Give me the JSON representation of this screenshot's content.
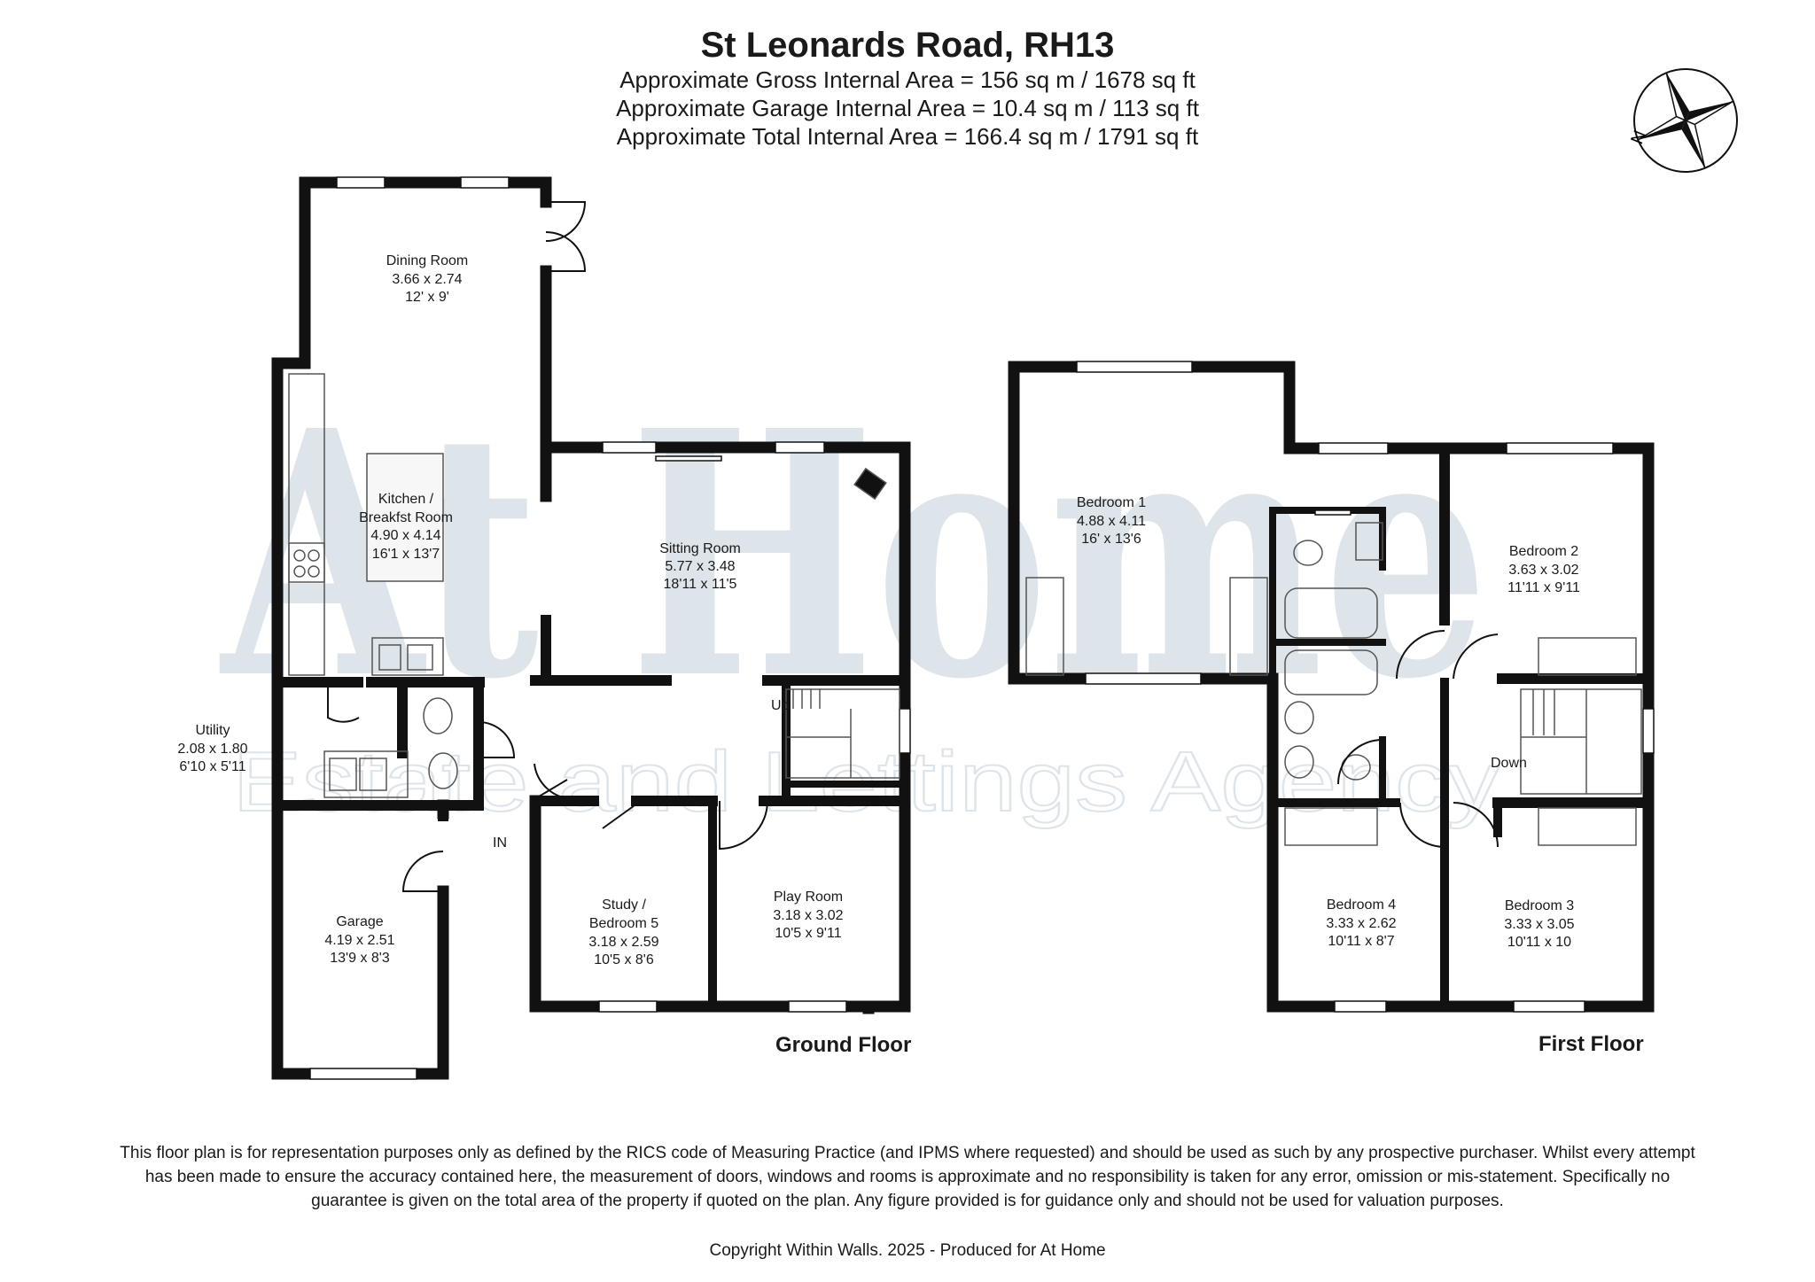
{
  "header": {
    "title": "St Leonards Road, RH13",
    "areas": [
      "Approximate Gross Internal Area = 156 sq m / 1678 sq ft",
      "Approximate Garage Internal Area = 10.4 sq m / 113 sq ft",
      "Approximate Total Internal Area = 166.4 sq m / 1791 sq ft"
    ]
  },
  "compass": {
    "label": "N"
  },
  "watermark": {
    "brand": "At Home",
    "tagline": "Estate and Lettings Agency"
  },
  "ground_floor": {
    "label": "Ground Floor",
    "entrance": "IN",
    "stair_label": "Up",
    "rooms": [
      {
        "name": "Dining Room",
        "metric": "3.66 x 2.74",
        "imperial": "12' x 9'"
      },
      {
        "name": "Kitchen /",
        "name2": "Breakfst Room",
        "metric": "4.90 x 4.14",
        "imperial": "16'1 x 13'7"
      },
      {
        "name": "Sitting Room",
        "metric": "5.77 x 3.48",
        "imperial": "18'11 x 11'5"
      },
      {
        "name": "Utility",
        "metric": "2.08 x 1.80",
        "imperial": "6'10 x 5'11"
      },
      {
        "name": "Garage",
        "metric": "4.19 x 2.51",
        "imperial": "13'9 x 8'3"
      },
      {
        "name": "Study /",
        "name2": "Bedroom 5",
        "metric": "3.18 x 2.59",
        "imperial": "10'5 x 8'6"
      },
      {
        "name": "Play Room",
        "metric": "3.18 x 3.02",
        "imperial": "10'5 x 9'11"
      }
    ]
  },
  "first_floor": {
    "label": "First Floor",
    "stair_label": "Down",
    "rooms": [
      {
        "name": "Bedroom 1",
        "metric": "4.88 x 4.11",
        "imperial": "16' x 13'6"
      },
      {
        "name": "Bedroom 2",
        "metric": "3.63 x 3.02",
        "imperial": "11'11 x 9'11"
      },
      {
        "name": "Bedroom 4",
        "metric": "3.33 x 2.62",
        "imperial": "10'11 x 8'7"
      },
      {
        "name": "Bedroom 3",
        "metric": "3.33 x 3.05",
        "imperial": "10'11 x 10"
      }
    ]
  },
  "disclaimer": "This floor plan is for representation purposes only as defined by the RICS code of Measuring Practice (and IPMS where requested) and should be used as such by any prospective purchaser. Whilst every attempt has been made to ensure the accuracy contained here, the measurement of doors, windows and rooms is approximate and no responsibility is taken for any error, omission or mis-statement. Specifically no guarantee is given on the total area of the property if quoted on the plan. Any figure provided is for guidance only and should not be used for valuation purposes.",
  "copyright": "Copyright Within Walls. 2025 - Produced for At Home",
  "colors": {
    "wall": "#111111",
    "watermark": "#dde4ea",
    "fixture": "#555555"
  }
}
